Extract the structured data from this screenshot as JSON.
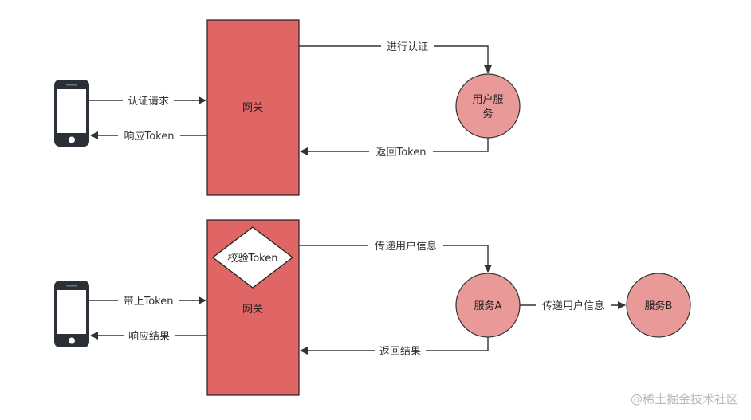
{
  "colors": {
    "gateway_fill": "#e06666",
    "gateway_stroke": "#222222",
    "service_fill": "#ea9999",
    "service_stroke": "#333333",
    "phone_body": "#2b2f36",
    "phone_screen": "#ffffff",
    "edge": "#333333",
    "watermark": "#b9b9b9"
  },
  "top_flow": {
    "gateway_label": "网关",
    "user_service_label_line1": "用户服",
    "user_service_label_line2": "务",
    "edge_auth_request": "认证请求",
    "edge_response_token": "响应Token",
    "edge_do_auth": "进行认证",
    "edge_return_token": "返回Token"
  },
  "bottom_flow": {
    "gateway_label": "网关",
    "decision_label": "校验Token",
    "service_a_label": "服务A",
    "service_b_label": "服务B",
    "edge_with_token": "带上Token",
    "edge_response_result": "响应结果",
    "edge_pass_user_info": "传递用户信息",
    "edge_pass_user_info_to_b": "传递用户信息",
    "edge_return_result": "返回结果"
  },
  "watermark": "@稀土掘金技术社区"
}
